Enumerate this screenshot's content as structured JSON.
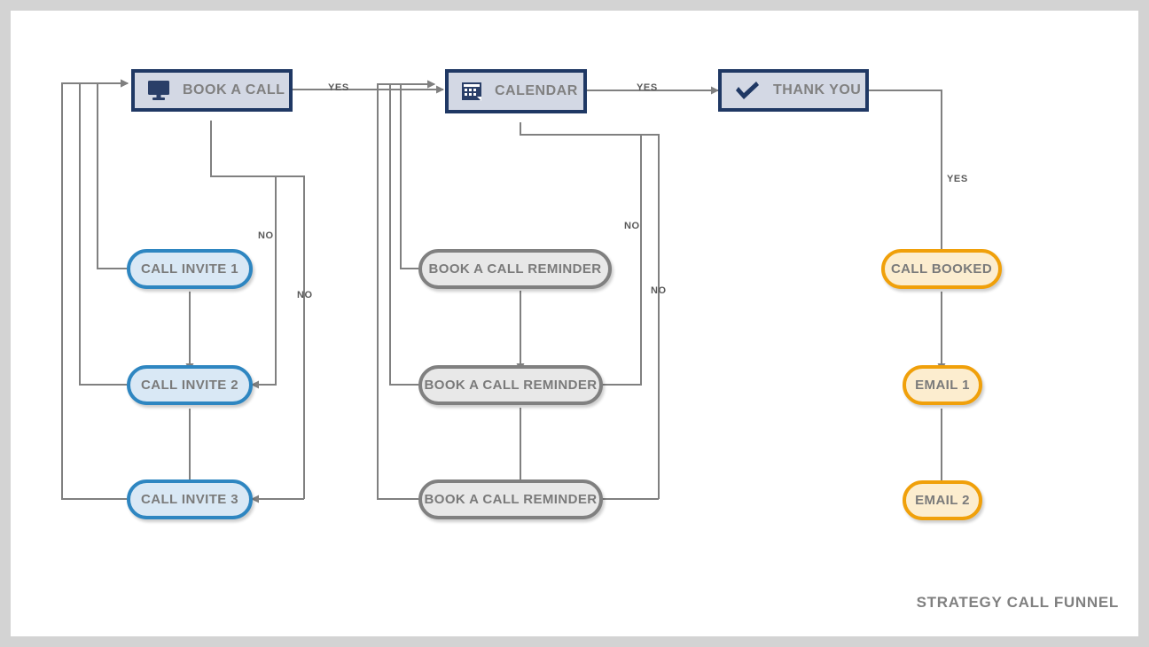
{
  "diagram": {
    "title": "STRATEGY CALL FUNNEL",
    "frame_color": "#d3d3d3",
    "canvas_color": "#ffffff",
    "connector_color": "#808080",
    "nodes": [
      {
        "id": "book-a-call",
        "label": "BOOK A CALL",
        "shape": "box",
        "icon": "monitor-icon",
        "fill": "#d3d8e4",
        "stroke": "#1f3864"
      },
      {
        "id": "calendar",
        "label": "CALENDAR",
        "shape": "box",
        "icon": "calendar-icon",
        "fill": "#d3d8e4",
        "stroke": "#1f3864"
      },
      {
        "id": "thank-you",
        "label": "THANK YOU",
        "shape": "box",
        "icon": "check-icon",
        "fill": "#d3d8e4",
        "stroke": "#1f3864"
      },
      {
        "id": "call-invite-1",
        "label": "CALL INVITE 1",
        "shape": "pill",
        "icon": "",
        "fill": "#d9e8f5",
        "stroke": "#2e86c1"
      },
      {
        "id": "call-invite-2",
        "label": "CALL INVITE 2",
        "shape": "pill",
        "icon": "",
        "fill": "#d9e8f5",
        "stroke": "#2e86c1"
      },
      {
        "id": "call-invite-3",
        "label": "CALL INVITE 3",
        "shape": "pill",
        "icon": "",
        "fill": "#d9e8f5",
        "stroke": "#2e86c1"
      },
      {
        "id": "reminder-1",
        "label": "BOOK A CALL REMINDER",
        "shape": "pill",
        "icon": "",
        "fill": "#e8e8e8",
        "stroke": "#808080"
      },
      {
        "id": "reminder-2",
        "label": "BOOK A CALL REMINDER",
        "shape": "pill",
        "icon": "",
        "fill": "#e8e8e8",
        "stroke": "#808080"
      },
      {
        "id": "reminder-3",
        "label": "BOOK A CALL REMINDER",
        "shape": "pill",
        "icon": "",
        "fill": "#e8e8e8",
        "stroke": "#808080"
      },
      {
        "id": "call-booked",
        "label": "CALL BOOKED",
        "shape": "pill",
        "icon": "",
        "fill": "#fcedcf",
        "stroke": "#f0a00a"
      },
      {
        "id": "email-1",
        "label": "EMAIL 1",
        "shape": "pill",
        "icon": "",
        "fill": "#fcedcf",
        "stroke": "#f0a00a"
      },
      {
        "id": "email-2",
        "label": "EMAIL 2",
        "shape": "pill",
        "icon": "",
        "fill": "#fcedcf",
        "stroke": "#f0a00a"
      }
    ],
    "edge_labels": [
      {
        "id": "yes-book-to-calendar",
        "text": "YES"
      },
      {
        "id": "yes-calendar-to-thanks",
        "text": "YES"
      },
      {
        "id": "yes-thanks-to-booked",
        "text": "YES"
      },
      {
        "id": "no-book-left",
        "text": "NO"
      },
      {
        "id": "no-book-right",
        "text": "NO"
      },
      {
        "id": "no-calendar-left",
        "text": "NO"
      },
      {
        "id": "no-calendar-right",
        "text": "NO"
      }
    ]
  }
}
